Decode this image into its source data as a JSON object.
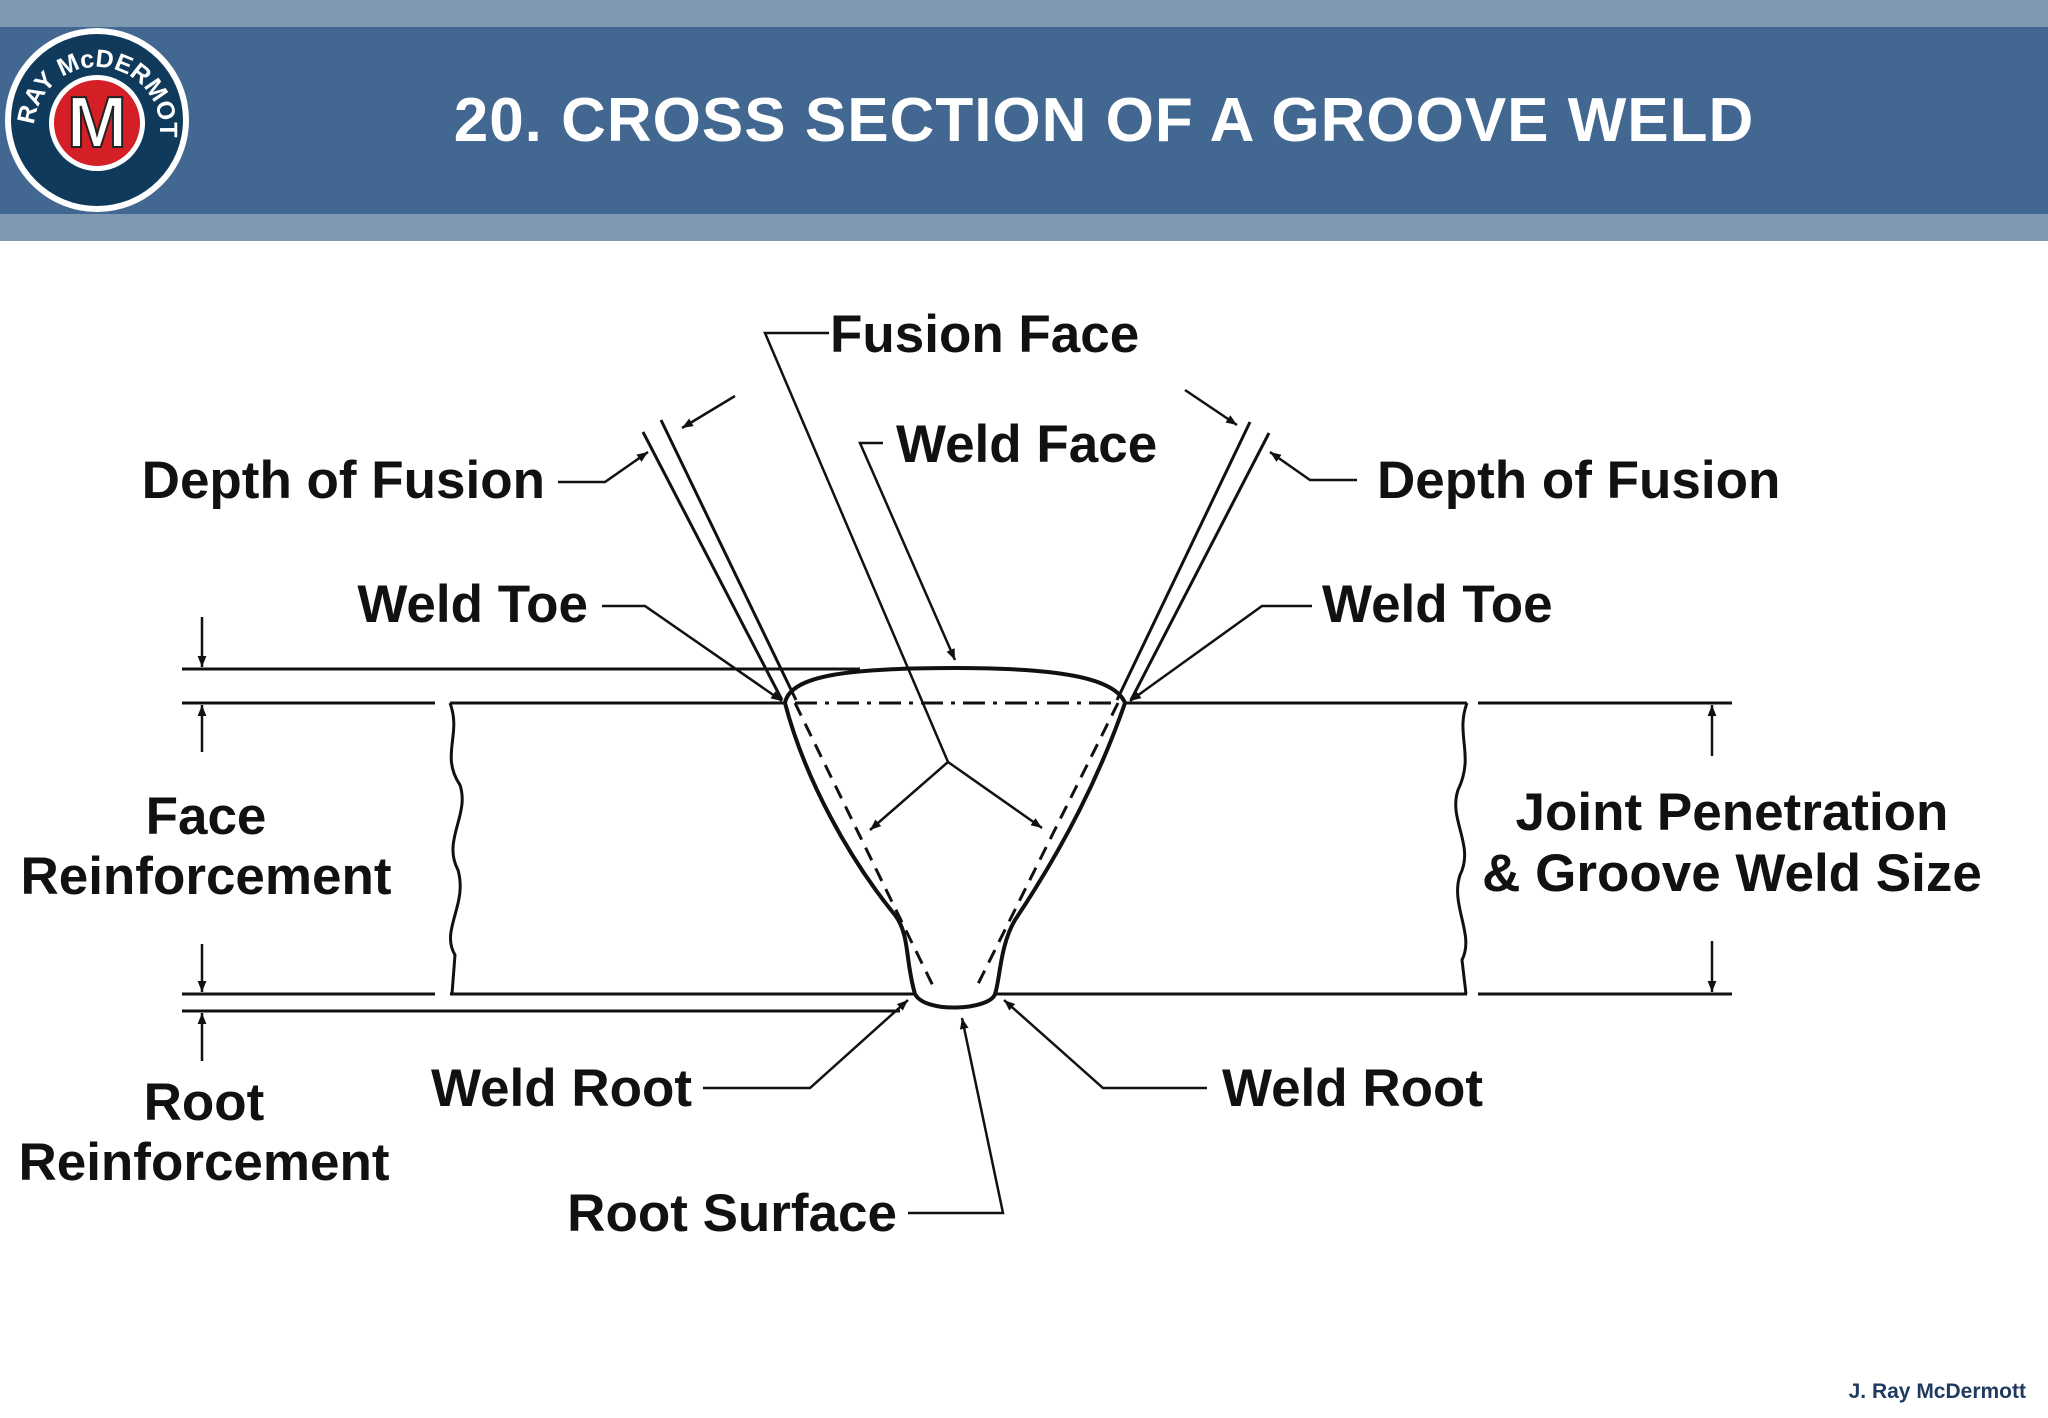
{
  "header": {
    "title": "20. CROSS SECTION OF A GROOVE WELD",
    "logo": {
      "ring_text": "J. RAY McDERMOTT",
      "letter": "M",
      "colors": {
        "ring": "#0f3a5c",
        "center": "#d41f26"
      }
    }
  },
  "diagram": {
    "labels": {
      "fusion_face": "Fusion Face",
      "weld_face": "Weld Face",
      "depth_of_fusion_left": "Depth of Fusion",
      "depth_of_fusion_right": "Depth of Fusion",
      "weld_toe_left": "Weld Toe",
      "weld_toe_right": "Weld Toe",
      "face_reinforcement_line1": "Face",
      "face_reinforcement_line2": "Reinforcement",
      "joint_penetration_line1": "Joint Penetration",
      "joint_penetration_line2": "& Groove Weld Size",
      "root_reinforcement_line1": "Root",
      "root_reinforcement_line2": "Reinforcement",
      "weld_root_left": "Weld Root",
      "weld_root_right": "Weld Root",
      "root_surface": "Root Surface"
    }
  },
  "footer": {
    "text": "J. Ray McDermott"
  }
}
